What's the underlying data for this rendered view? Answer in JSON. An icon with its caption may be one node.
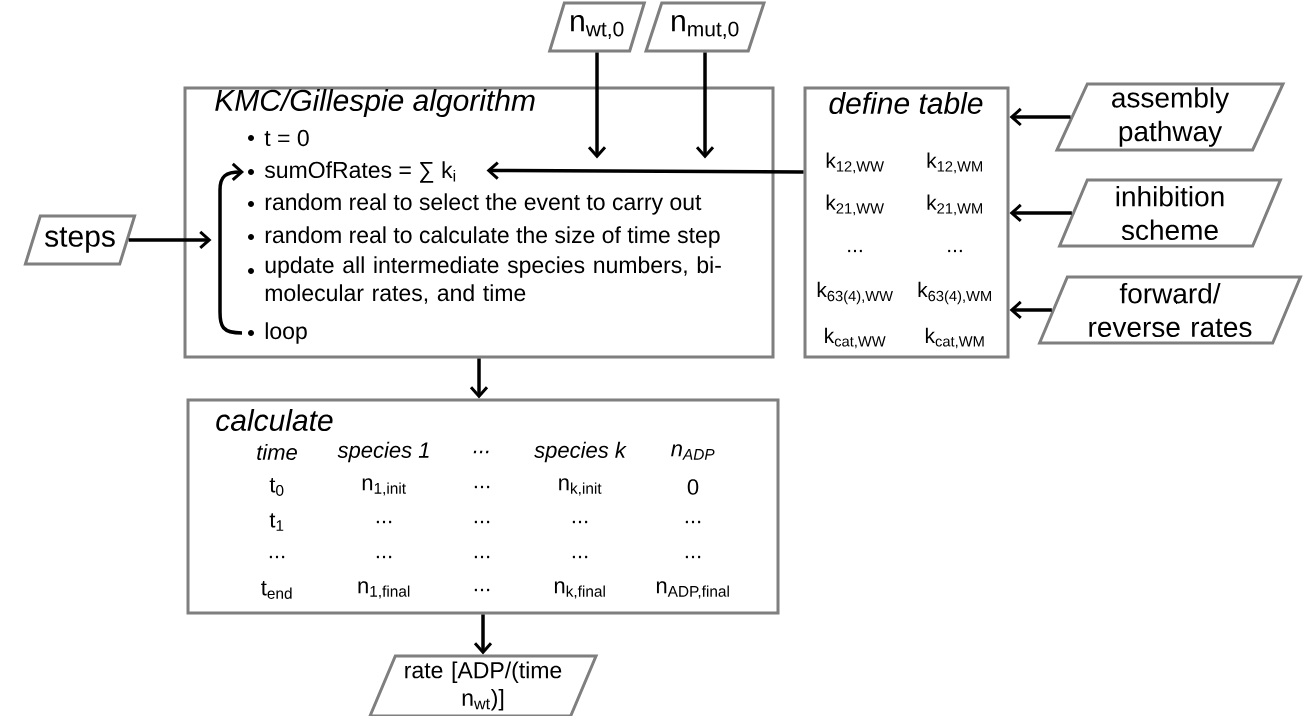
{
  "diagram": {
    "nodes": [
      {
        "text": [
          "n$_{wt,0}$"
        ]
      },
      {
        "text": [
          "n$_{mut,0}$"
        ]
      },
      {
        "text": [
          "KMC/Gillespie algorithm",
          "t = 0",
          "sumOfRates = ∑ k$_{i}$",
          "random real to select the event to carry out",
          "random real to calculate the size of time step",
          "update all intermediate species numbers, bi-molecular rates, and time",
          "loop"
        ]
      },
      {
        "text": [
          "define table",
          "k$_{12,WW}$",
          "k$_{12,WM}$",
          "k$_{21,WW}$",
          "k$_{21,WM}$",
          "...",
          "...",
          "k$_{63(4),WW}$",
          "k$_{63(4),WM}$",
          "k$_{cat,WW}$",
          "k$_{cat,WM}$"
        ]
      },
      {
        "text": [
          "assembly pathway"
        ]
      },
      {
        "text": [
          "inhibition scheme"
        ]
      },
      {
        "text": [
          "forward/ reverse rates"
        ]
      },
      {
        "text": [
          "steps"
        ]
      },
      {
        "text": [
          "calculate",
          "time",
          "species 1",
          "...",
          "species k",
          "n$_{ADP}$",
          "t$_{0}$",
          "n$_{1,init}$",
          "...",
          "n$_{k,init}$",
          "0",
          "t$_{1}$",
          "...",
          "...",
          "...",
          "...",
          "...",
          "...",
          "...",
          "...",
          "...",
          "t$_{end}$",
          "n$_{1,final}$",
          "...",
          "n$_{k,final}$",
          "n$_{ADP,final}$"
        ]
      },
      {
        "text": [
          "rate [ADP/(time n$_{wt}$)]"
        ]
      }
    ],
    "edges": [
      {
        "from": 0,
        "to": 2,
        "arrow": "to"
      },
      {
        "from": 1,
        "to": 2,
        "arrow": "to"
      },
      {
        "from": 3,
        "to": 2,
        "arrow": "to"
      },
      {
        "from": 4,
        "to": 3,
        "arrow": "to"
      },
      {
        "from": 5,
        "to": 3,
        "arrow": "to"
      },
      {
        "from": 6,
        "to": 3,
        "arrow": "to"
      },
      {
        "from": 7,
        "to": 2,
        "arrow": "to"
      },
      {
        "from": 2,
        "to": 8,
        "arrow": "to"
      },
      {
        "from": 8,
        "to": 9,
        "arrow": "to"
      }
    ]
  }
}
